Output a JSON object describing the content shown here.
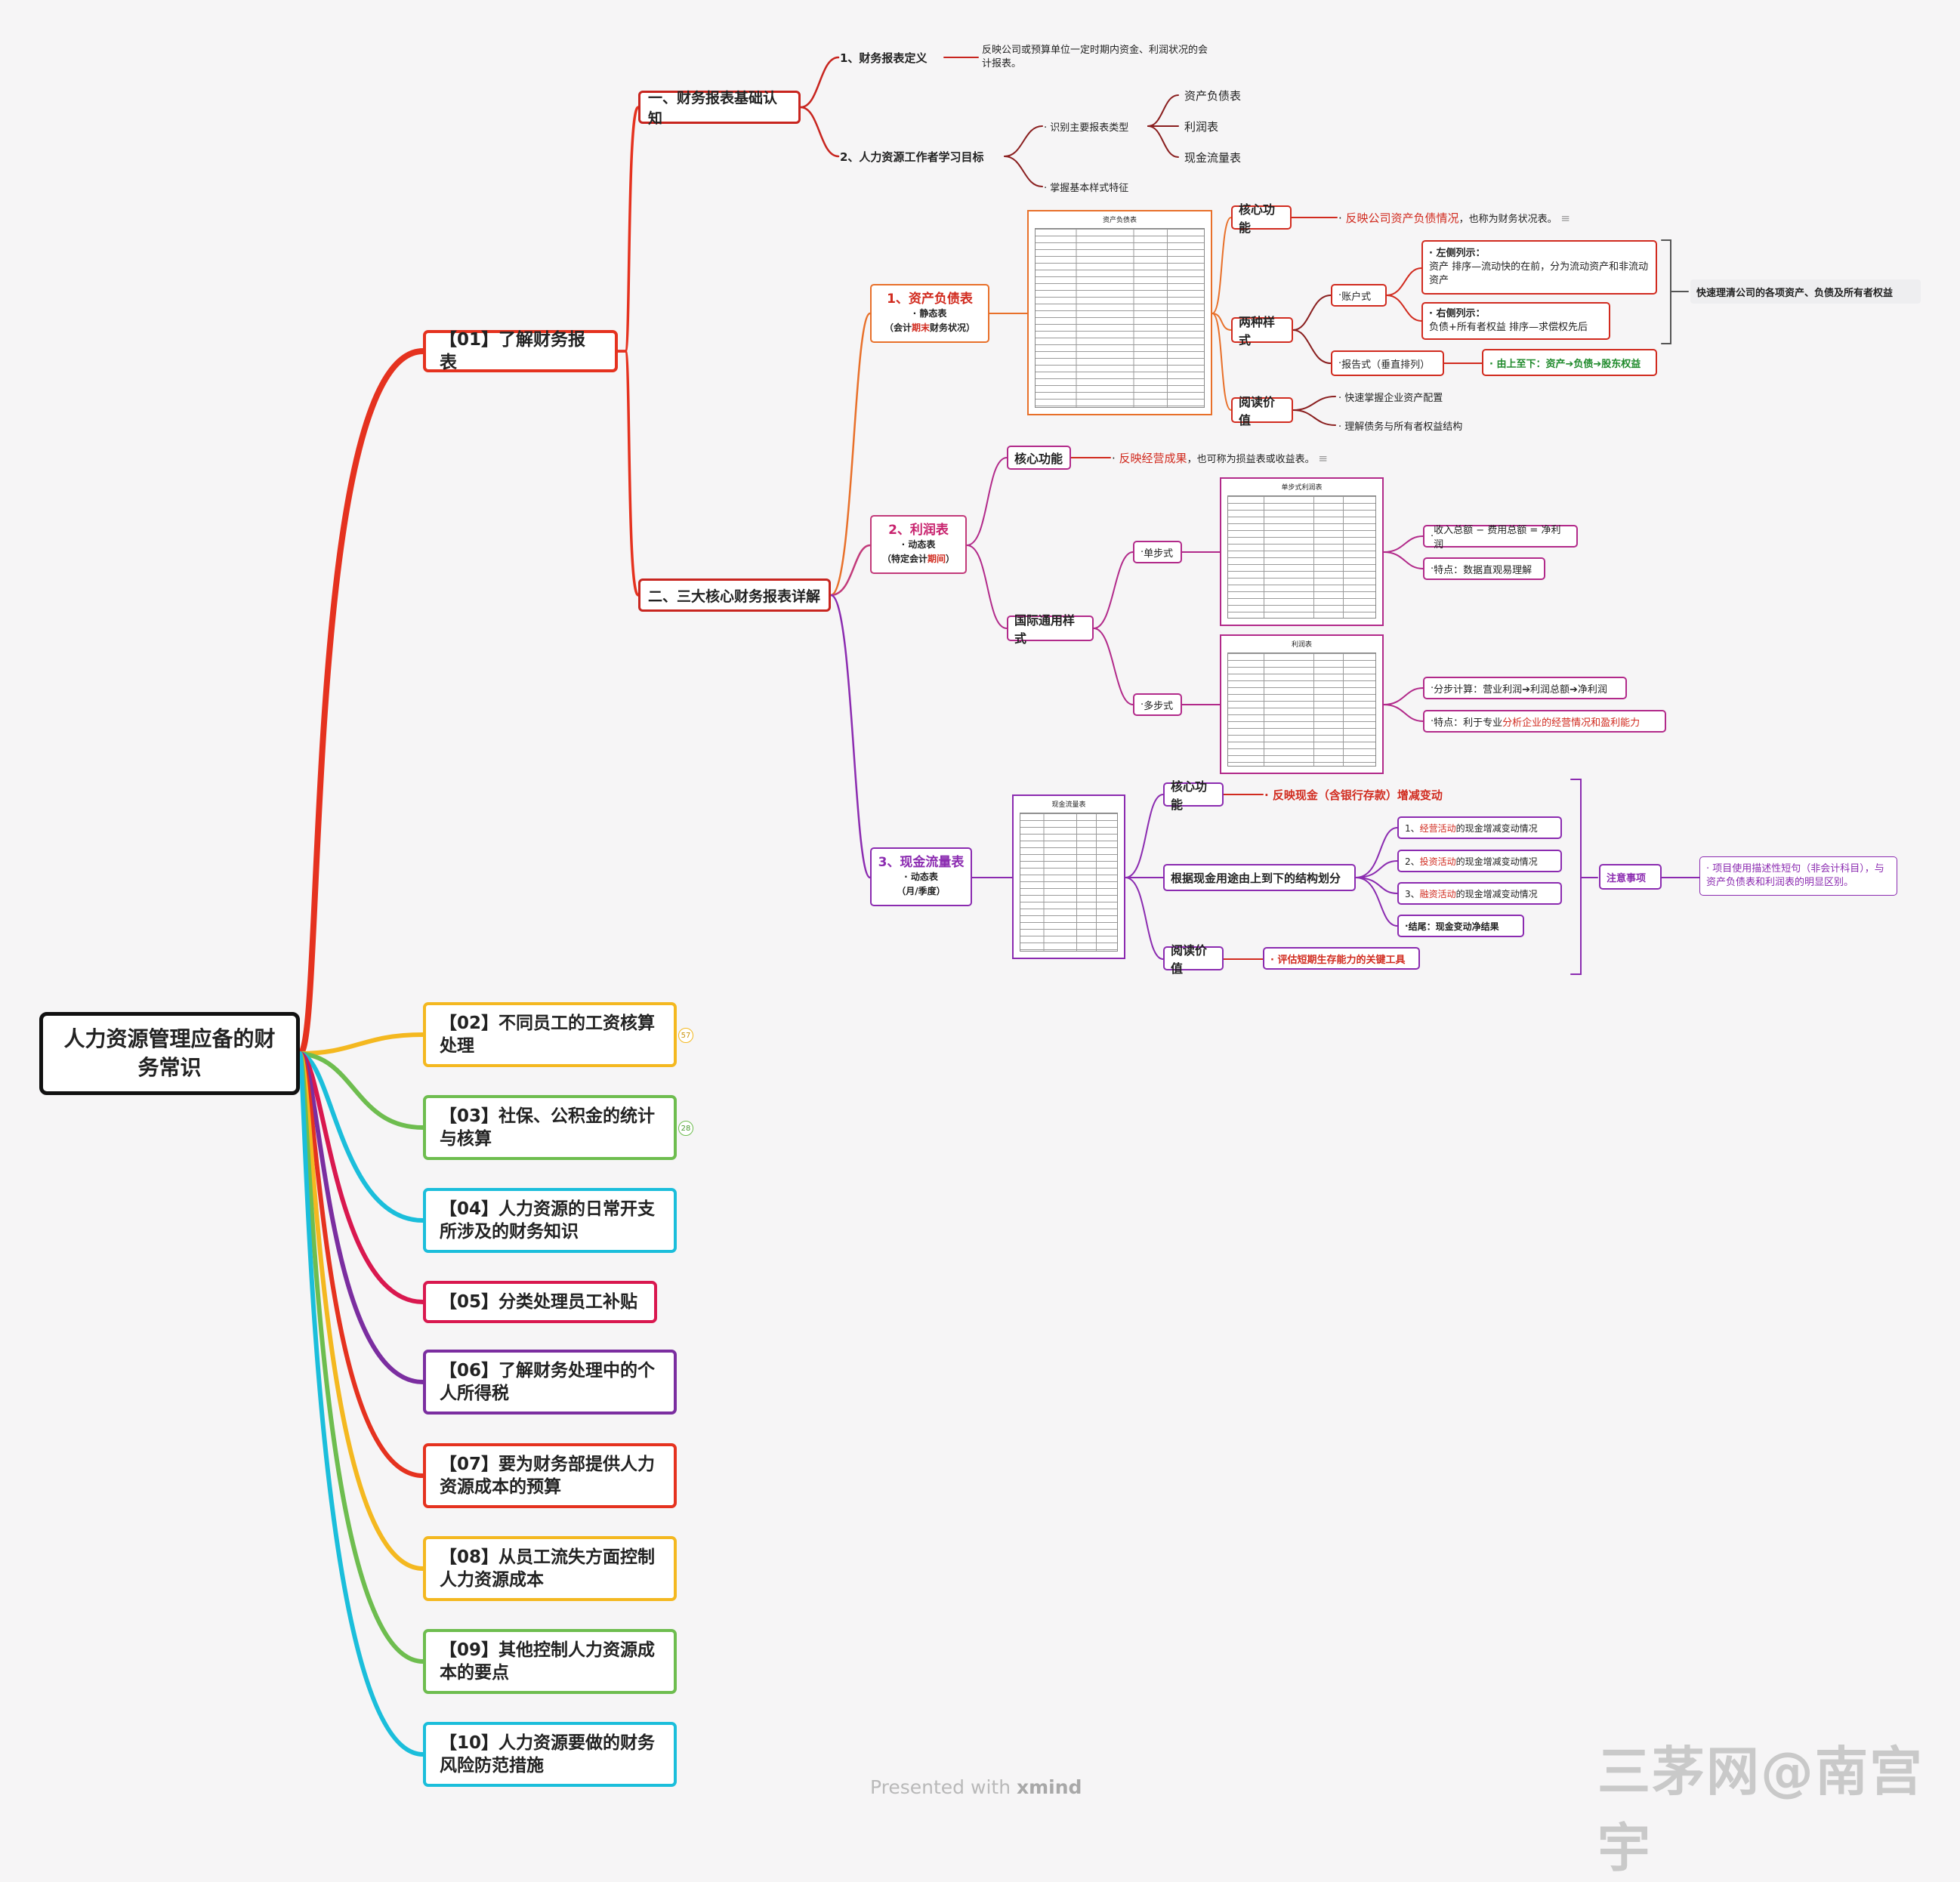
{
  "root": "人力资源管理应备的财务常识",
  "chapters": [
    {
      "label": "【01】了解财务报表",
      "color": "#e5321f"
    },
    {
      "label": "【02】不同员工的工资核算处理",
      "color": "#f4b820",
      "badge": "57"
    },
    {
      "label": "【03】社保、公积金的统计与核算",
      "color": "#6ebd4f",
      "badge": "28"
    },
    {
      "label": "【04】人力资源的日常开支所涉及的财务知识",
      "color": "#1bbedb"
    },
    {
      "label": "【05】分类处理员工补贴",
      "color": "#d9184f"
    },
    {
      "label": "【06】了解财务处理中的个人所得税",
      "color": "#7b2ea0"
    },
    {
      "label": "【07】要为财务部提供人力资源成本的预算",
      "color": "#e5321f"
    },
    {
      "label": "【08】从员工流失方面控制人力资源成本",
      "color": "#f4b820"
    },
    {
      "label": "【09】其他控制人力资源成本的要点",
      "color": "#6ebd4f"
    },
    {
      "label": "【10】人力资源要做的财务风险防范措施",
      "color": "#1bbedb"
    }
  ],
  "s1": {
    "title": "一、财务报表基础认知",
    "def_label": "1、财务报表定义",
    "def_text": "反映公司或预算单位一定时期内资金、利润状况的会计报表。",
    "goal_label": "2、人力资源工作者学习目标",
    "goal_identify": "识别主要报表类型",
    "types": [
      "资产负债表",
      "利润表",
      "现金流量表"
    ],
    "goal_style": "掌握基本样式特征"
  },
  "s2": {
    "title": "二、三大核心财务报表详解",
    "bs": {
      "title": "1、资产负债表",
      "sub": "静态表",
      "note_pre": "（会计",
      "note_hl": "期末",
      "note_post": "财务状况）",
      "core_label": "核心功能",
      "core_text_hl": "反映公司资产负债情况",
      "core_text_rest": "，也称为财务状况表。",
      "styles_label": "两种样式",
      "account": "账户式",
      "left_title": "左侧列示：",
      "left_text": "资产  排序—流动快的在前，分为流动资产和非流动资产",
      "right_title": "右侧列示：",
      "right_text": "负债+所有者权益  排序—求偿权先后",
      "brace_text": "快速理清公司的各项资产、负债及所有者权益",
      "report": "报告式（垂直排列）",
      "report_text": "由上至下：资产➔负债➔股东权益",
      "value_label": "阅读价值",
      "value_1": "快速掌握企业资产配置",
      "value_2": "理解债务与所有者权益结构",
      "thumb_title": "资产负债表"
    },
    "is": {
      "title": "2、利润表",
      "sub": "动态表",
      "note_pre": "（特定会计",
      "note_hl": "期间",
      "note_post": "）",
      "core_label": "核心功能",
      "core_text_hl": "反映经营成果",
      "core_text_rest": "，也可称为损益表或收益表。",
      "style_label": "国际通用样式",
      "single": "单步式",
      "single_1": "收入总额 − 费用总额 = 净利润",
      "single_2": "特点：数据直观易理解",
      "multi": "多步式",
      "multi_1": "分步计算：营业利润➔利润总额➔净利润",
      "multi_2_pre": "特点：利于专业",
      "multi_2_hl": "分析企业的经营情况和盈利能力",
      "thumb1_title": "单步式利润表",
      "thumb2_title": "利润表"
    },
    "cf": {
      "title": "3、现金流量表",
      "sub": "动态表",
      "note": "（月/季度）",
      "core_label": "核心功能",
      "core_text": "反映现金（含银行存款）增减变动",
      "struct_label": "根据现金用途由上到下的结构划分",
      "items": [
        {
          "pre": "1、",
          "hl": "经营活动",
          "post": "的现金增减变动情况"
        },
        {
          "pre": "2、",
          "hl": "投资活动",
          "post": "的现金增减变动情况"
        },
        {
          "pre": "3、",
          "hl": "融资活动",
          "post": "的现金增减变动情况"
        }
      ],
      "end_item": "结尾：现金变动净结果",
      "value_label": "阅读价值",
      "value_text": "评估短期生存能力的关键工具",
      "attention": "注意事项",
      "attention_text": "项目使用描述性短句（非会计科目），与资产负债表和利润表的明显区别。",
      "thumb_title": "现金流量表"
    }
  },
  "footer": {
    "presented_pre": "Presented with ",
    "presented_brand": "xmind",
    "watermark": "三茅网@南宫宇"
  },
  "colors": {
    "red": "#e5321f",
    "orange": "#e8702a",
    "magenta": "#b22a8a",
    "purple": "#8b2bb0",
    "brown": "#8a1f1f"
  }
}
